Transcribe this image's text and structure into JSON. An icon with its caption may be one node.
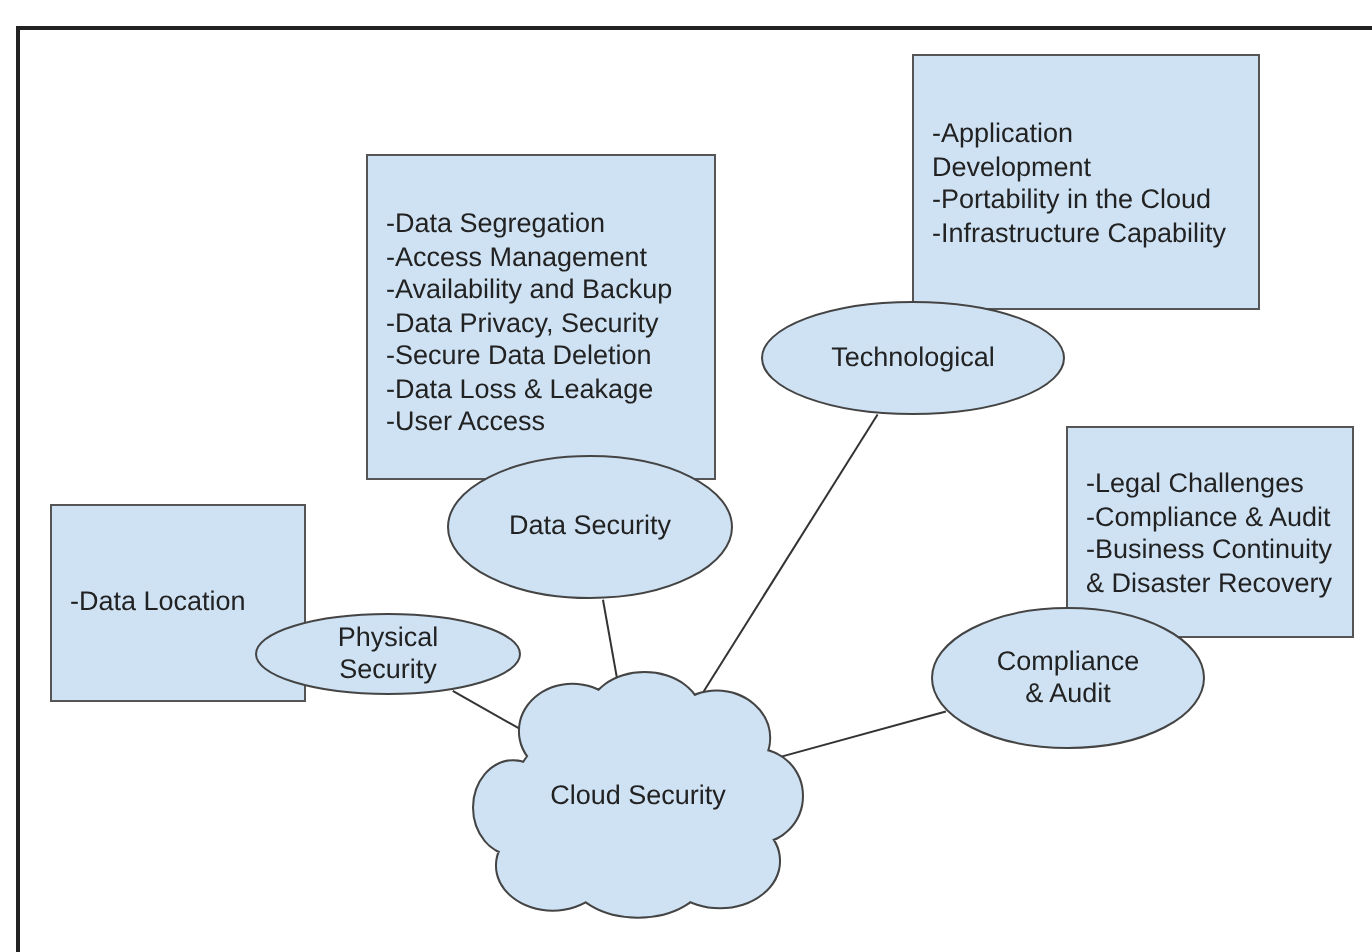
{
  "diagram": {
    "nodes": [
      {
        "text": [
          "-Application Development",
          "-Portability in the Cloud",
          "-Infrastructure Capability"
        ]
      },
      {
        "text": [
          "-Data Segregation",
          "-Access Management",
          "-Availability and Backup",
          "-Data Privacy, Security",
          "-Secure Data Deletion",
          "-Data Loss & Leakage",
          "-User Access"
        ]
      },
      {
        "text": [
          "Technological"
        ]
      },
      {
        "text": [
          "-Legal Challenges",
          "-Compliance & Audit",
          "-Business Continuity & Disaster Recovery"
        ]
      },
      {
        "text": [
          "-Data Location"
        ]
      },
      {
        "text": [
          "Data Security"
        ]
      },
      {
        "text": [
          "Physical Security"
        ]
      },
      {
        "text": [
          "Compliance & Audit"
        ]
      },
      {
        "text": [
          "Cloud Security"
        ]
      }
    ],
    "edges": [
      {
        "from": 6,
        "to": 8,
        "arrow": "none"
      },
      {
        "from": 5,
        "to": 8,
        "arrow": "none"
      },
      {
        "from": 2,
        "to": 8,
        "arrow": "none"
      },
      {
        "from": 7,
        "to": 8,
        "arrow": "none"
      }
    ]
  }
}
